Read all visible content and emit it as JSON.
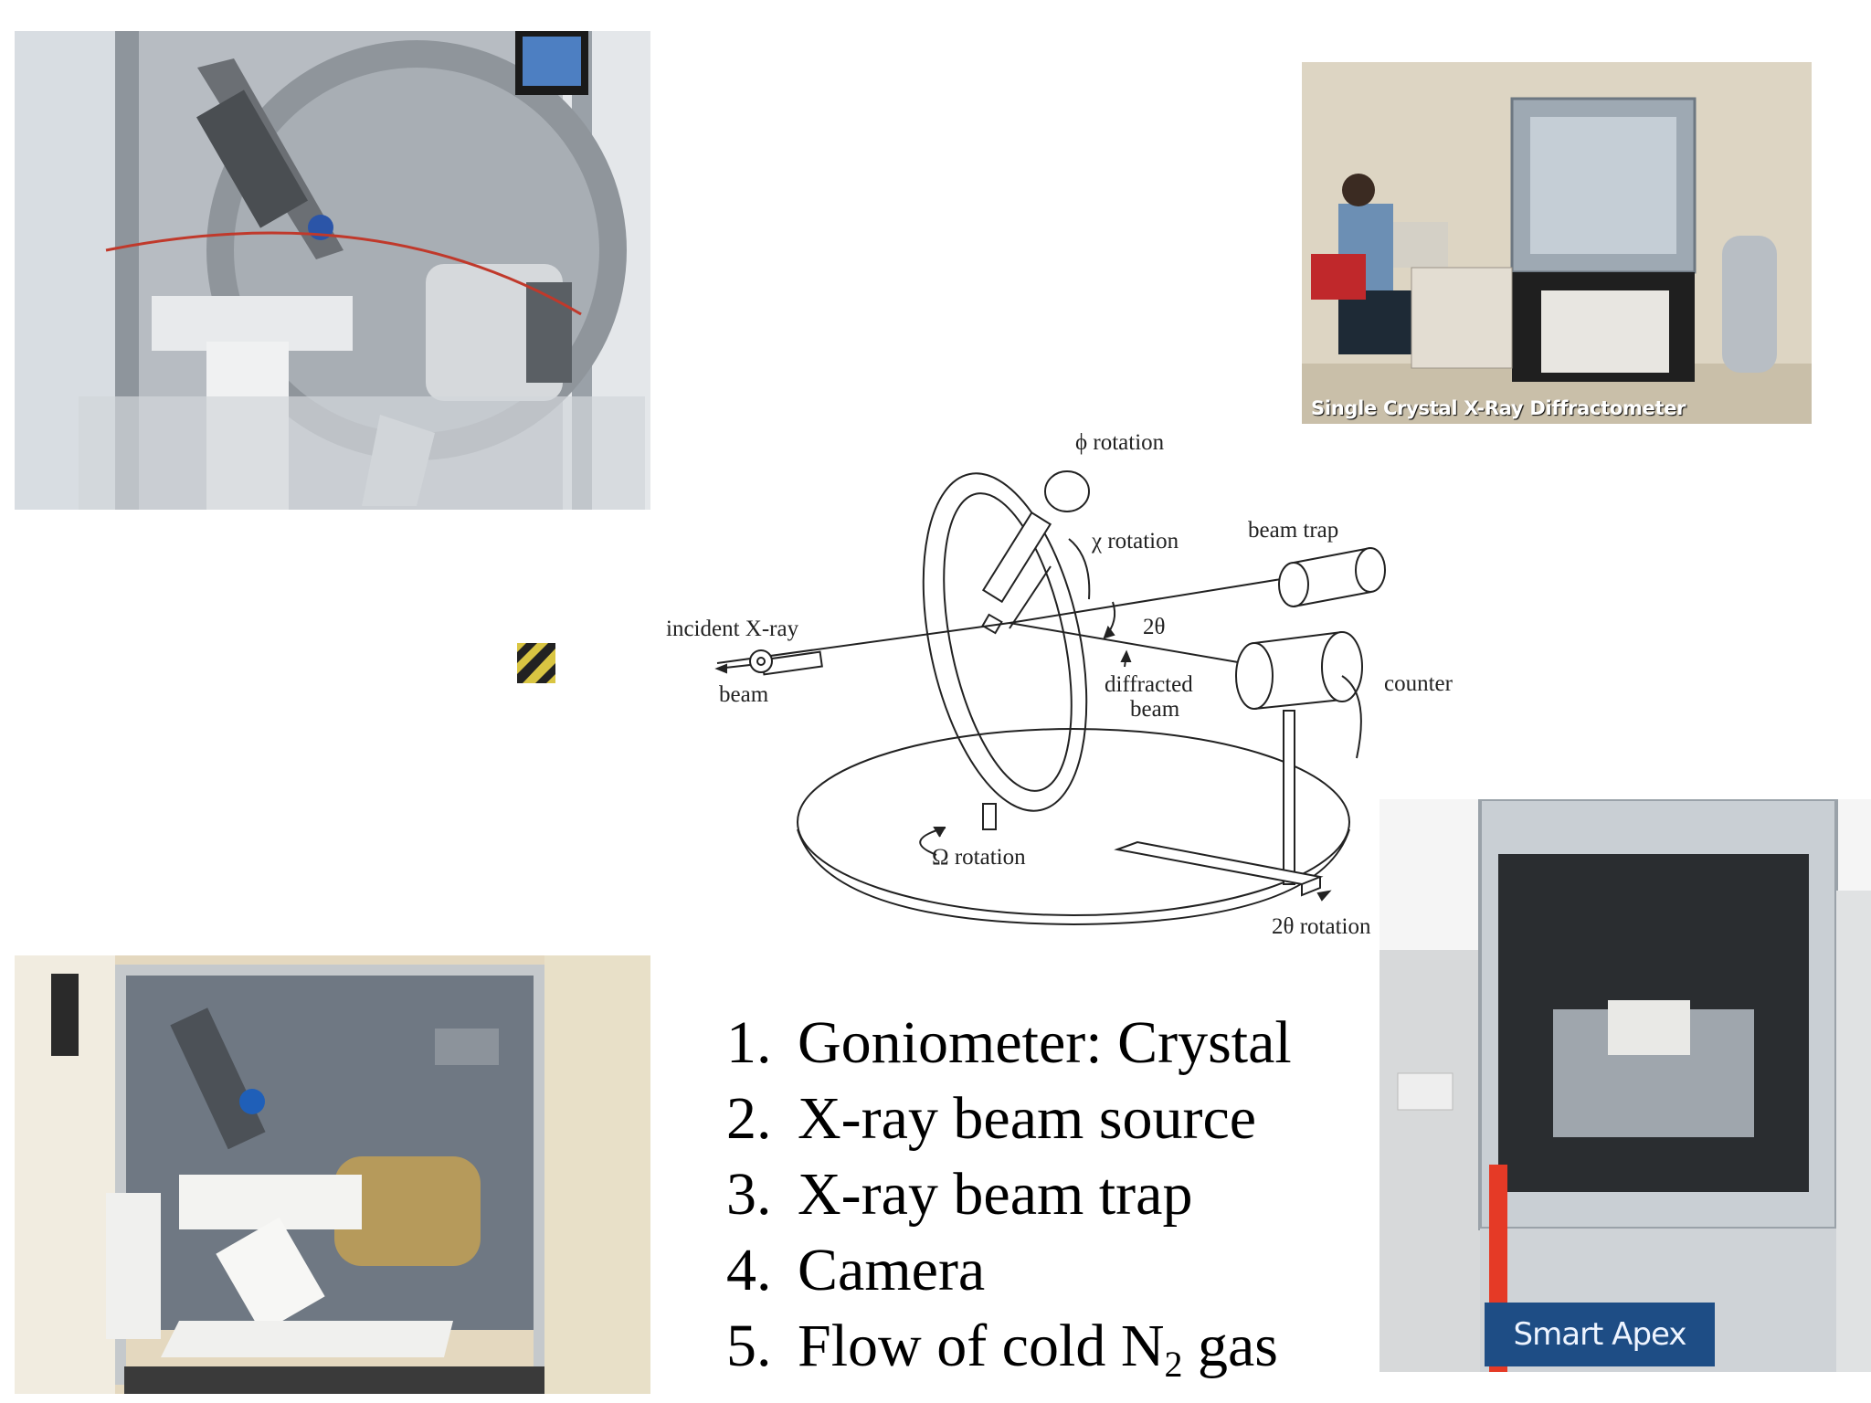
{
  "photos": {
    "top_right_caption": "Single Crystal X-Ray Diffractometer",
    "bottom_right_badge": "Smart Apex"
  },
  "diagram": {
    "labels": {
      "phi_rotation": "ϕ rotation",
      "chi_rotation": "χ rotation",
      "beam_trap": "beam trap",
      "incident_xray": "incident X-ray",
      "beam": "beam",
      "two_theta": "2θ",
      "diffracted": "diffracted",
      "diffracted_beam": "beam",
      "counter": "counter",
      "omega_rotation": "Ω rotation",
      "two_theta_rotation": "2θ rotation"
    }
  },
  "components": [
    {
      "num": "1.",
      "text": "Goniometer: Crystal"
    },
    {
      "num": "2.",
      "text": "X-ray beam source"
    },
    {
      "num": "3.",
      "text": "X-ray beam trap"
    },
    {
      "num": "4.",
      "text": "Camera"
    },
    {
      "num": "5.",
      "text": "Flow of cold N",
      "sub": "2",
      "after": " gas"
    }
  ]
}
